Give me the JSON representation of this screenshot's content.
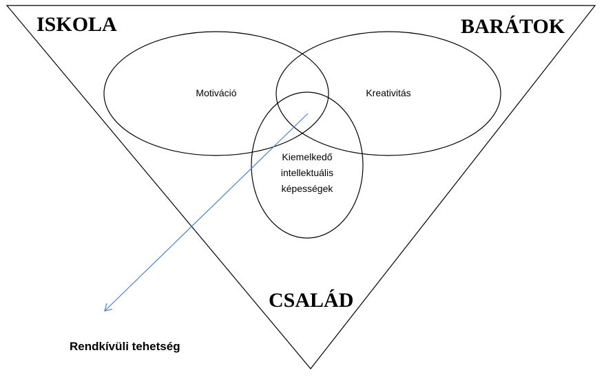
{
  "corners": {
    "top_left": "ISKOLA",
    "top_right": "BARÁTOK",
    "bottom": "CSALÁD"
  },
  "circles": {
    "left": "Motiváció",
    "right": "Kreativitás",
    "center_lines": [
      "Kiemelkedő",
      "intellektuális",
      "képességek"
    ]
  },
  "outcome": "Rendkívüli tehetség",
  "colors": {
    "stroke": "#000000",
    "arrow": "#4f7fc0"
  }
}
